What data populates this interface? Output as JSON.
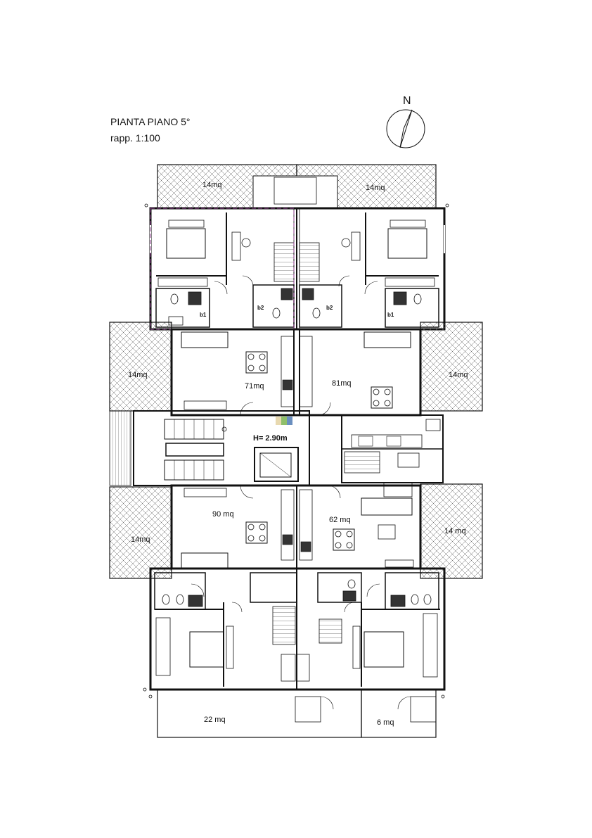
{
  "header": {
    "title": "PIANTA PIANO 5°",
    "scale": "rapp. 1:100"
  },
  "compass": {
    "label": "N"
  },
  "height_label": "H= 2.90m",
  "areas": {
    "balcony_top_left": "14mq",
    "balcony_top_right": "14mq",
    "terrace_left_upper": "14mq",
    "terrace_right_upper": "14mq",
    "terrace_left_lower": "14mq",
    "terrace_right_lower": "14 mq",
    "apt_nw": "71mq",
    "apt_ne": "81mq",
    "apt_sw": "90 mq",
    "apt_se": "62 mq",
    "balcony_bottom_left": "22 mq",
    "balcony_bottom_right": "6 mq"
  },
  "bathroom_tags": {
    "b1_left": "b1",
    "b2_left": "b2",
    "b2_right": "b2",
    "b1_right": "b1"
  },
  "colors": {
    "wall": "#111111",
    "hatch": "#555555",
    "property_line": "#8b3a8b",
    "accent_beige": "#e8d9b0",
    "accent_green": "#8fbf6a",
    "accent_blue": "#6a8fbf"
  }
}
